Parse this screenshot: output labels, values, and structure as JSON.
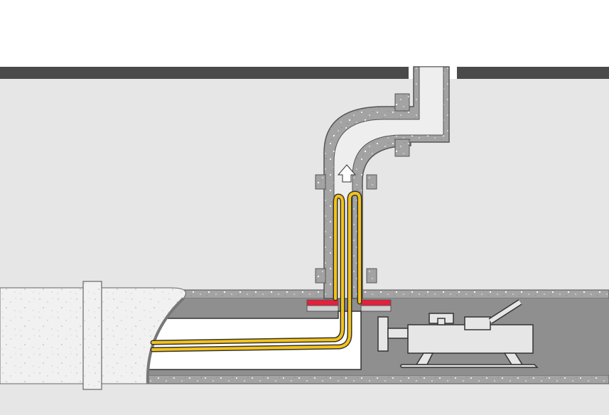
{
  "diagram": {
    "kind": "pipe-relining-illustration",
    "elements": [
      "ground",
      "surface-layer",
      "vertical-shaft",
      "elbow-bend",
      "main-sewer-pipe",
      "host-pipe-section",
      "inversion-liner",
      "flow-arrow",
      "rehabilitation-robot"
    ],
    "colors": {
      "ground": "#e6e6e6",
      "surface": "#4a4a4a",
      "concrete": "#9d9d9d",
      "pipe_interior": "#eeeeee",
      "liner_yellow": "#f4c21a",
      "liner_outline": "#333333",
      "flange_red": "#e5203a",
      "robot_body": "#e6e6e6",
      "white_pipe": "#f3f3f3"
    }
  }
}
